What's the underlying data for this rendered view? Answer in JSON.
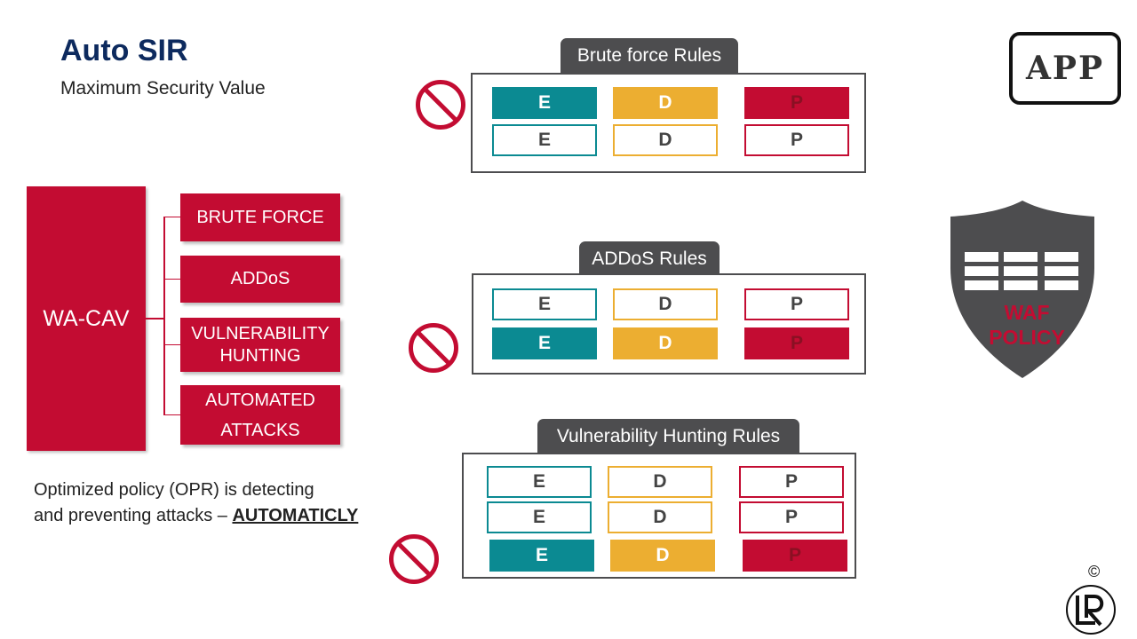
{
  "title": "Auto SIR",
  "subtitle": "Maximum Security Value",
  "tree": {
    "root": "WA-CAV",
    "categories": [
      "BRUTE FORCE",
      "ADDoS",
      "VULNERABILITY\nHUNTING",
      "AUTOMATED\nATTACKS"
    ]
  },
  "note": {
    "line1": "Optimized policy (OPR) is detecting",
    "line2": "and preventing attacks – ",
    "emphasis": "AUTOMATICLY"
  },
  "panels": [
    {
      "title": "Brute force Rules",
      "rows": [
        {
          "style": "filled",
          "labels": [
            "E",
            "D",
            "P"
          ]
        },
        {
          "style": "outline",
          "labels": [
            "E",
            "D",
            "P"
          ]
        }
      ]
    },
    {
      "title": "ADDoS Rules",
      "rows": [
        {
          "style": "outline",
          "labels": [
            "E",
            "D",
            "P"
          ]
        },
        {
          "style": "filled",
          "labels": [
            "E",
            "D",
            "P"
          ]
        }
      ]
    },
    {
      "title": "Vulnerability Hunting Rules",
      "rows": [
        {
          "style": "outline",
          "labels": [
            "E",
            "D",
            "P"
          ]
        },
        {
          "style": "outline",
          "labels": [
            "E",
            "D",
            "P"
          ]
        },
        {
          "style": "filled",
          "labels": [
            "E",
            "D",
            "P"
          ]
        }
      ]
    }
  ],
  "app_label": "APP",
  "shield": {
    "line1": "WAF",
    "line2": "POLICY"
  },
  "copyright_symbol": "©",
  "logo_icon": "lr-logo-icon",
  "colors": {
    "crimson": "#c30c32",
    "teal": "#0b8a92",
    "amber": "#ecae31",
    "dark_gray": "#4d4d4f",
    "navy": "#0d2a5e"
  },
  "icons": [
    "prohibited-icon",
    "waf-shield-icon",
    "lr-logo-icon"
  ]
}
